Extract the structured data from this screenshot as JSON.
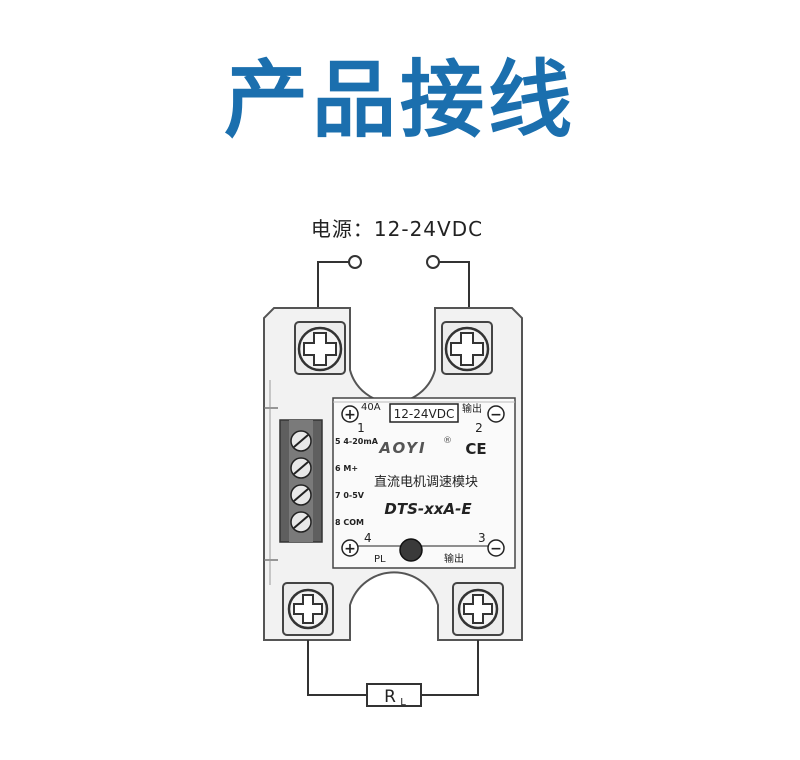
{
  "title": "产品接线",
  "power_label": "电源：12-24VDC",
  "module": {
    "current": "40A",
    "voltage_box": "12-24VDC",
    "out_top": "输出",
    "term1": "1",
    "term2": "2",
    "term3": "3",
    "term4": "4",
    "brand": "AOYI",
    "registered": "®",
    "ce_mark": "CE",
    "description": "直流电机调速模块",
    "model": "DTS-xxA-E",
    "pl": "PL",
    "out_bottom": "输出",
    "plus": "+",
    "minus": "−"
  },
  "pins": [
    {
      "num": "5",
      "label": "4-20mA"
    },
    {
      "num": "6",
      "label": "M+"
    },
    {
      "num": "7",
      "label": "0-5V"
    },
    {
      "num": "8",
      "label": "COM"
    }
  ],
  "load_label": "R",
  "load_sub": "L"
}
